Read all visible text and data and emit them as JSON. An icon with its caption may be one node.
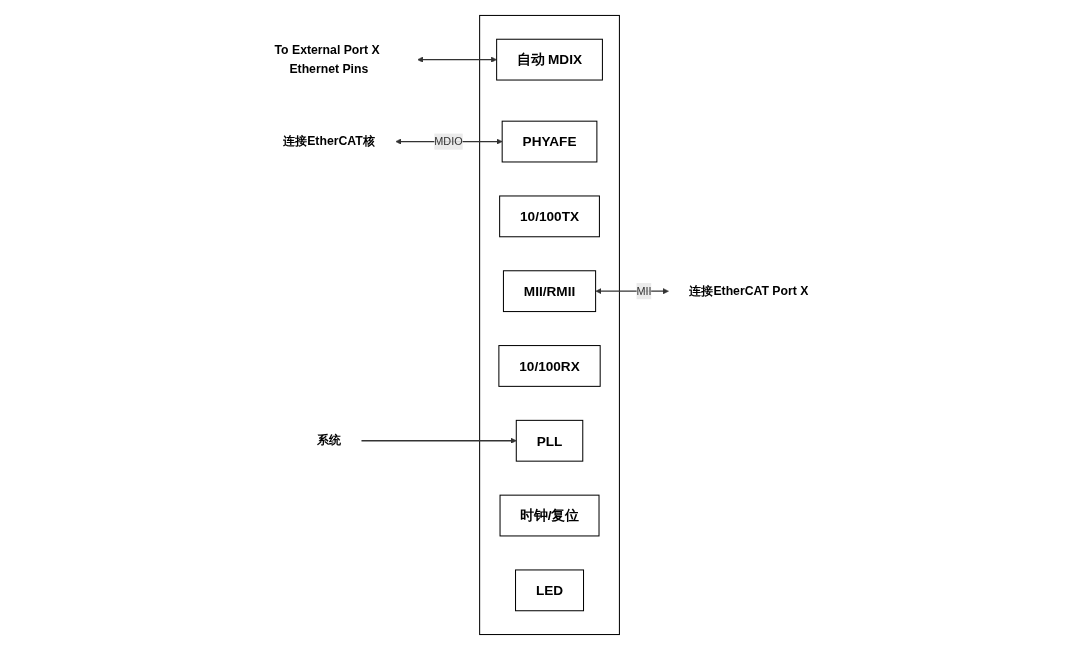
{
  "diagram": {
    "nodes": [
      {
        "text": [],
        "shape": "box"
      },
      {
        "text": [
          "自动 MDIX"
        ],
        "in": 0
      },
      {
        "text": [
          "PHYAFE"
        ],
        "in": 0
      },
      {
        "text": [
          "10/100TX"
        ],
        "in": 0
      },
      {
        "text": [
          "MII/RMII"
        ],
        "in": 0
      },
      {
        "text": [
          "10/100RX"
        ],
        "in": 0
      },
      {
        "text": [
          "PLL"
        ],
        "in": 0
      },
      {
        "text": [
          "时钟/复位"
        ],
        "in": 0
      },
      {
        "text": [
          "LED"
        ],
        "in": 0
      },
      {
        "text": [
          "To External Port X Ethernet Pins"
        ]
      },
      {
        "text": [
          "连接EtherCAT核"
        ]
      },
      {
        "text": [
          "连接EtherCAT Port X"
        ]
      },
      {
        "text": [
          "系统"
        ]
      }
    ],
    "edges": [
      {
        "from": 9,
        "to": 1,
        "arrow": "both"
      },
      {
        "from": 10,
        "to": 2,
        "label": "MDIO",
        "arrow": "both"
      },
      {
        "from": 4,
        "to": 11,
        "label": "MII",
        "arrow": "both"
      },
      {
        "from": 12,
        "to": 6,
        "arrow": "to"
      }
    ]
  }
}
